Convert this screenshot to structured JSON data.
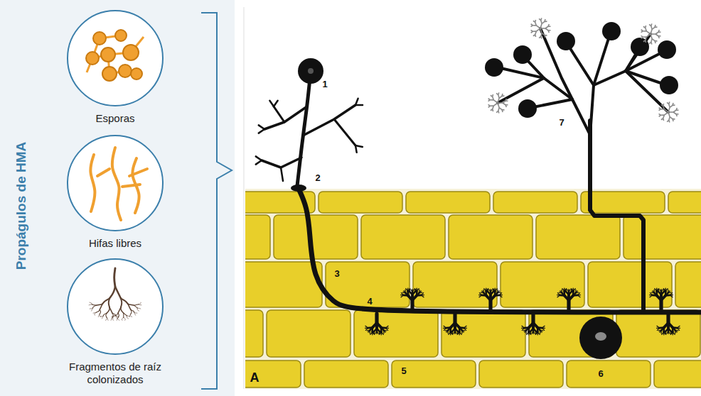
{
  "diagram": {
    "title": "Propágulos de HMA",
    "nodes": [
      {
        "text": [
          "Esporas"
        ]
      },
      {
        "text": [
          "Hifas libres"
        ]
      },
      {
        "text": [
          "Fragmentos de raíz colonizados"
        ]
      }
    ],
    "labels": [
      "1",
      "2",
      "3",
      "4",
      "5",
      "6",
      "7",
      "A"
    ]
  }
}
